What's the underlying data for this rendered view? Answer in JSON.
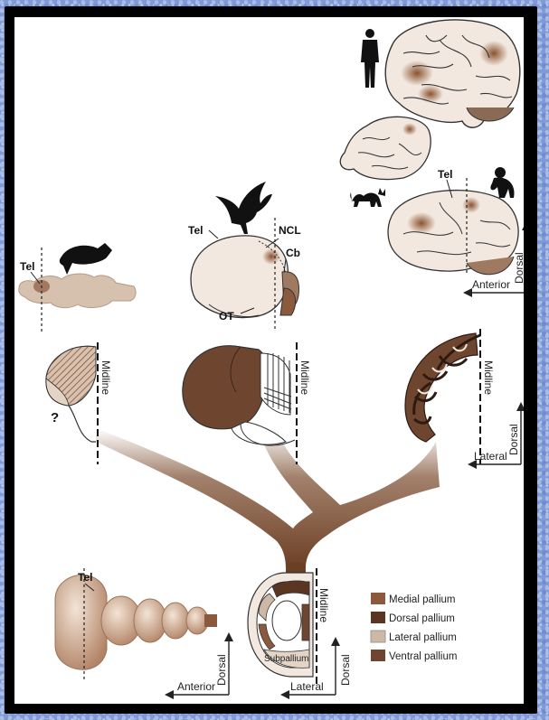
{
  "labels": {
    "tel_fish": "Tel",
    "tel_bird": "Tel",
    "ncl": "NCL",
    "cb": "Cb",
    "ot": "OT",
    "tel_monkey": "Tel",
    "tel_embryo": "Tel",
    "question": "?",
    "subpallium": "Subpallium"
  },
  "axes": {
    "midline": "Midline",
    "dorsal": "Dorsal",
    "anterior": "Anterior",
    "lateral": "Lateral"
  },
  "legend": [
    {
      "label": "Medial pallium",
      "color": "#8b5a3e"
    },
    {
      "label": "Dorsal pallium",
      "color": "#5a3522"
    },
    {
      "label": "Lateral pallium",
      "color": "#cdb8a6"
    },
    {
      "label": "Ventral pallium",
      "color": "#6e4630"
    }
  ],
  "colors": {
    "tree": "#7a4a2c",
    "dark_pallium": "#6e4630",
    "light_brain": "#efe2d6",
    "mid_brain": "#d3b9a2"
  }
}
